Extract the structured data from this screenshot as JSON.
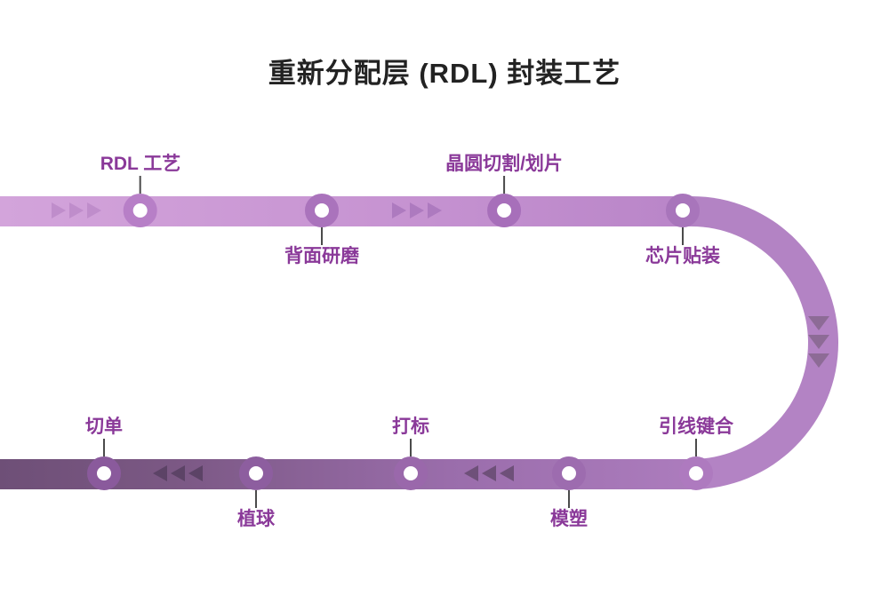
{
  "title": "重新分配层 (RDL) 封装工艺",
  "diagram": {
    "type": "u-shaped-process-flow",
    "flow_order_note": "top row left to right, curves down on right side, bottom row right to left",
    "stations": [
      {
        "label": "RDL 工艺",
        "row": "top",
        "label_position": "above"
      },
      {
        "label": "背面研磨",
        "row": "top",
        "label_position": "below"
      },
      {
        "label": "晶圆切割/划片",
        "row": "top",
        "label_position": "above"
      },
      {
        "label": "芯片贴装",
        "row": "top",
        "label_position": "below"
      },
      {
        "label": "引线键合",
        "row": "bottom",
        "label_position": "above"
      },
      {
        "label": "模塑",
        "row": "bottom",
        "label_position": "below"
      },
      {
        "label": "打标",
        "row": "bottom",
        "label_position": "above"
      },
      {
        "label": "植球",
        "row": "bottom",
        "label_position": "below"
      },
      {
        "label": "切单",
        "row": "bottom",
        "label_position": "above"
      }
    ],
    "arrows": [
      {
        "direction": "right",
        "count": 3,
        "location": "top-track-left"
      },
      {
        "direction": "right",
        "count": 3,
        "location": "top-track-middle"
      },
      {
        "direction": "down",
        "count": 3,
        "location": "right-curve"
      },
      {
        "direction": "left",
        "count": 3,
        "location": "bottom-track-middle"
      },
      {
        "direction": "left",
        "count": 3,
        "location": "bottom-track-left"
      }
    ],
    "palette": {
      "title_text": "#222222",
      "label_text": "#8a3999",
      "track_light": "#d3a4db",
      "track_medium": "#b383c4",
      "track_dark": "#6e4f77",
      "node_fill": "#ffffff",
      "connector_line": "#4b4b4b"
    }
  }
}
